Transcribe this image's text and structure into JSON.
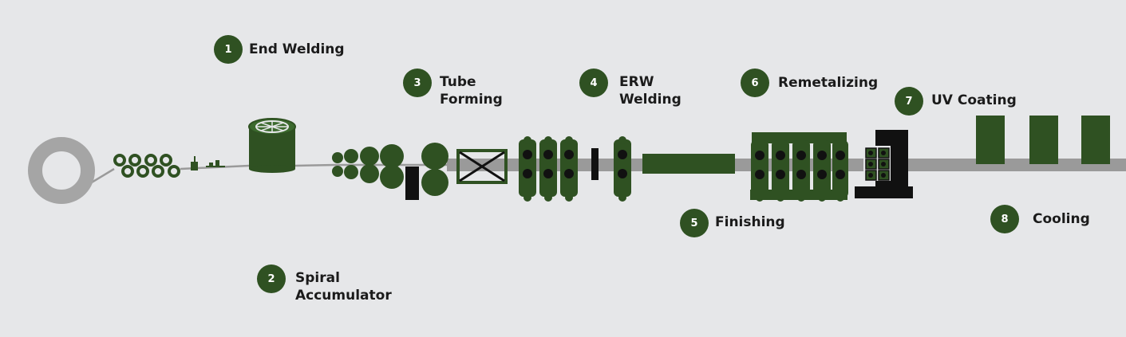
{
  "colors": {
    "background": "#e6e7e9",
    "machine_green": "#2f5122",
    "track_gray": "#9a9a9a",
    "coil_gray": "#a5a5a5",
    "dark": "#111111"
  },
  "steps": [
    {
      "number": "1",
      "label_lines": [
        "End Welding"
      ]
    },
    {
      "number": "2",
      "label_lines": [
        "Spiral",
        "Accumulator"
      ]
    },
    {
      "number": "3",
      "label_lines": [
        "Tube",
        "Forming"
      ]
    },
    {
      "number": "4",
      "label_lines": [
        "ERW",
        "Welding"
      ]
    },
    {
      "number": "5",
      "label_lines": [
        "Finishing"
      ]
    },
    {
      "number": "6",
      "label_lines": [
        "Remetalizing"
      ]
    },
    {
      "number": "7",
      "label_lines": [
        "UV Coating"
      ]
    },
    {
      "number": "8",
      "label_lines": [
        "Cooling"
      ]
    }
  ]
}
